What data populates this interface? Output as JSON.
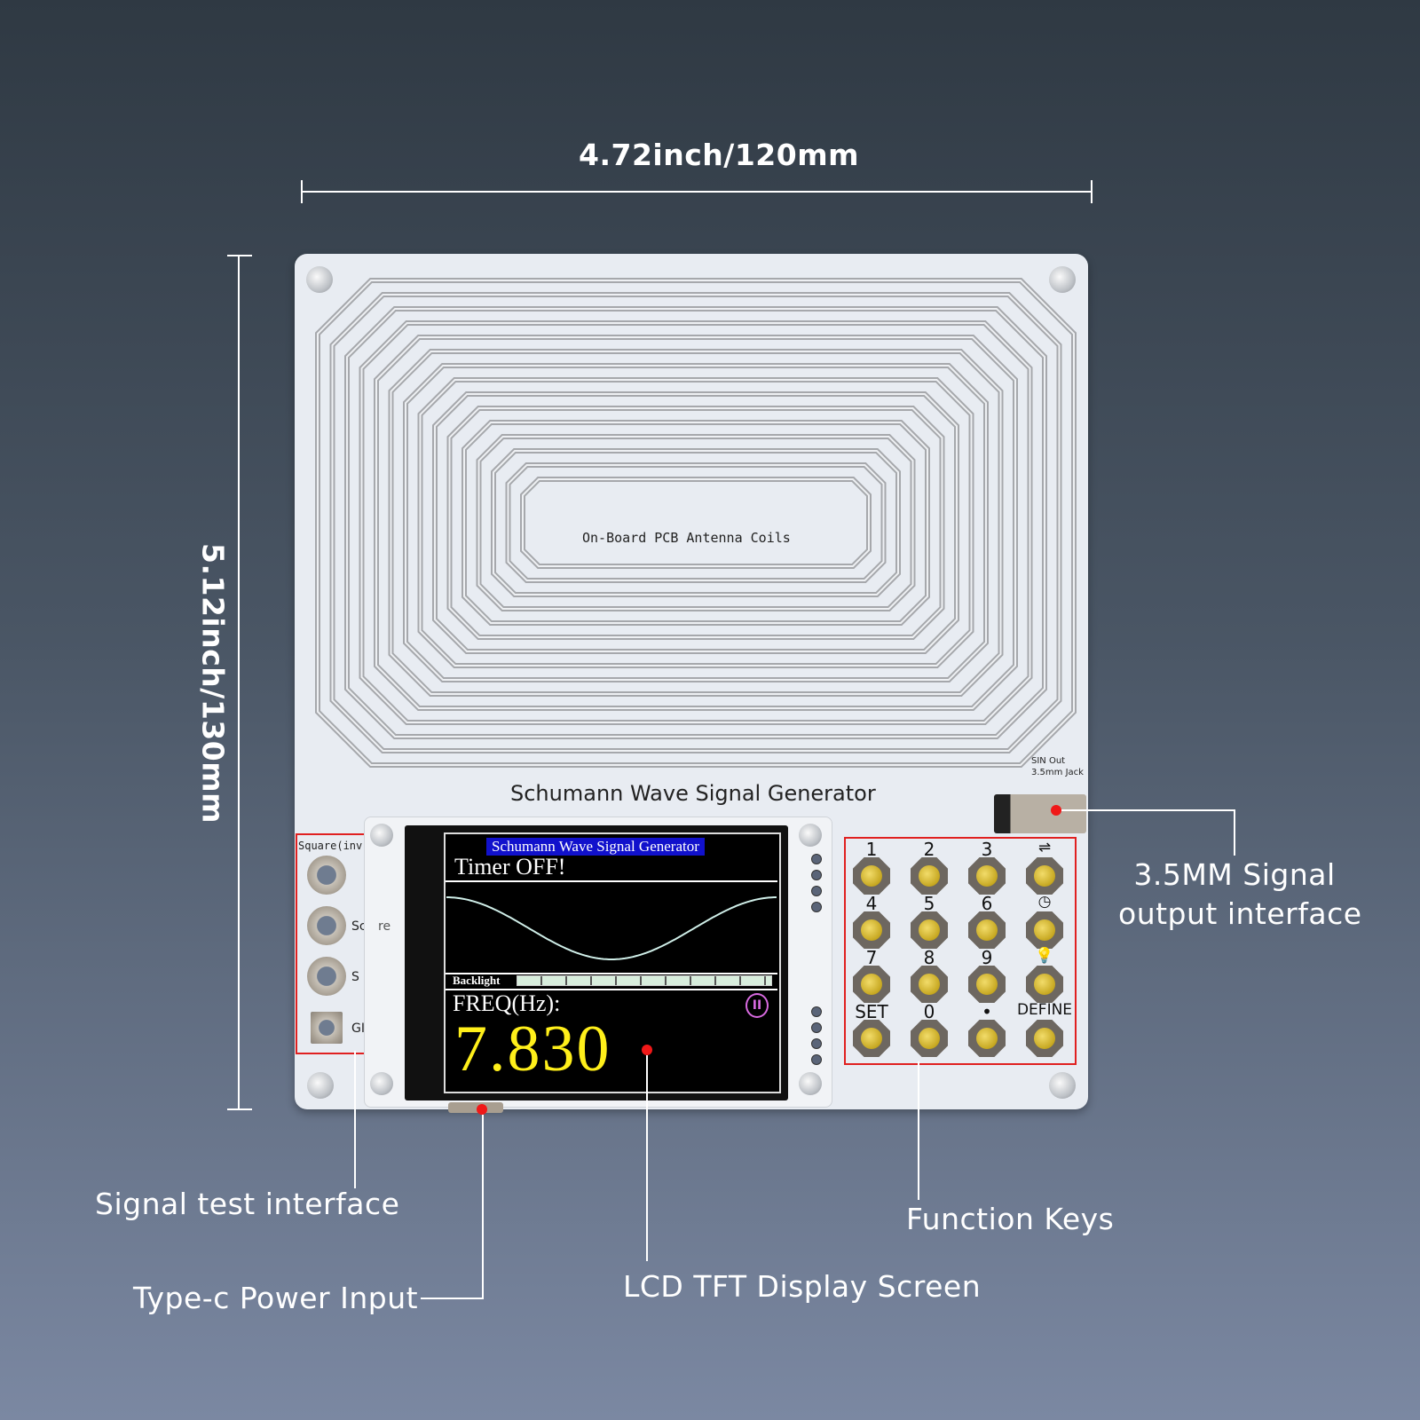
{
  "dimensions": {
    "width": "4.72inch/120mm",
    "height": "5.12inch/130mm"
  },
  "board": {
    "coil_label": "On-Board PCB Antenna Coils",
    "title": "Schumann Wave Signal Generator",
    "jack_label_line1": "SIN Out",
    "jack_label_line2": "3.5mm Jack",
    "test_pins": {
      "header": "Square(inv",
      "labels": [
        "Sc",
        "S",
        "GI"
      ],
      "partial_text": "re"
    }
  },
  "screen": {
    "title": "Schumann Wave Signal Generator",
    "timer": "Timer OFF!",
    "backlight_label": "Backlight",
    "backlight_level": 1.0,
    "freq_label": "FREQ(Hz):",
    "freq_value": "7.830",
    "pause_icon": "pause-icon",
    "waveform": "sine"
  },
  "keypad": {
    "keys": [
      {
        "label": "1"
      },
      {
        "label": "2"
      },
      {
        "label": "3"
      },
      {
        "label": "⇌",
        "icon": "swap-icon"
      },
      {
        "label": "4"
      },
      {
        "label": "5"
      },
      {
        "label": "6"
      },
      {
        "label": "◷",
        "icon": "clock-icon"
      },
      {
        "label": "7"
      },
      {
        "label": "8"
      },
      {
        "label": "9"
      },
      {
        "label": "💡",
        "icon": "lightbulb-icon"
      },
      {
        "label": "SET"
      },
      {
        "label": "0"
      },
      {
        "label": "•"
      },
      {
        "label": "DEFINE"
      }
    ]
  },
  "callouts": {
    "jack": [
      "3.5MM Signal",
      "output interface"
    ],
    "signal_test": "Signal test interface",
    "power": "Type-c Power Input",
    "lcd": "LCD TFT Display Screen",
    "keys": "Function Keys"
  },
  "colors": {
    "highlight_box": "#e02020",
    "freq_value": "#ffef1a",
    "screen_title_bg": "#1111cc",
    "pointer_dot": "#f01818"
  }
}
